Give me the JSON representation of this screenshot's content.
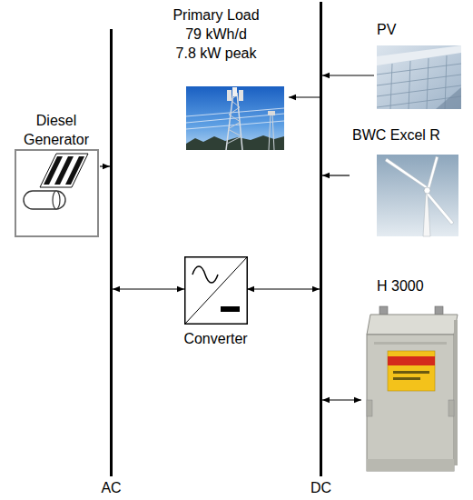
{
  "diagram": {
    "nodes": [
      {
        "text": [
          "Primary Load",
          "79 kWh/d",
          "7.8 kW peak"
        ]
      },
      {
        "text": [
          "PV"
        ]
      },
      {
        "text": [
          "Diesel Generator"
        ]
      },
      {
        "text": [
          "BWC Excel R"
        ]
      },
      {
        "text": [
          "Converter"
        ]
      },
      {
        "text": [
          "H 3000"
        ]
      },
      {
        "text": [
          "AC"
        ]
      },
      {
        "text": [
          "DC"
        ]
      }
    ],
    "edges": [
      {
        "from": 7,
        "to": 0,
        "arrow": "to"
      },
      {
        "from": 1,
        "to": 7,
        "arrow": "to"
      },
      {
        "from": 2,
        "to": 6,
        "arrow": "to"
      },
      {
        "from": 3,
        "to": 7,
        "arrow": "to"
      },
      {
        "from": 6,
        "to": 4,
        "arrow": "both"
      },
      {
        "from": 4,
        "to": 7,
        "arrow": "both"
      },
      {
        "from": 5,
        "to": 7,
        "arrow": "both"
      }
    ]
  }
}
